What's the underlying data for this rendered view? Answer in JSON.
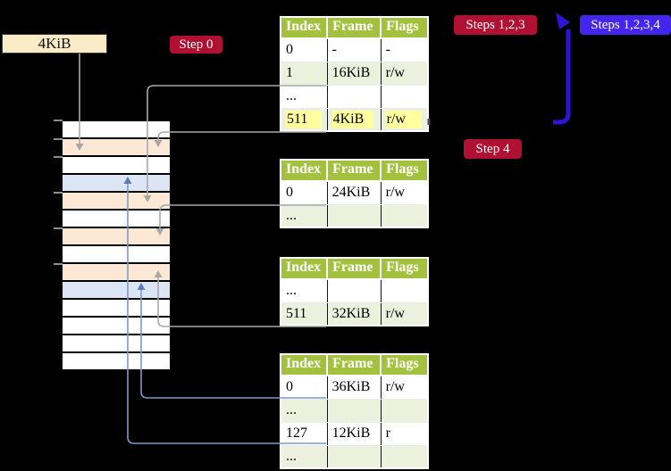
{
  "frame_label": {
    "text": "4KiB"
  },
  "badges": {
    "step0": {
      "label": "Step 0"
    },
    "steps123": {
      "label": "Steps 1,2,3"
    },
    "steps1234": {
      "label": "Steps 1,2,3,4"
    },
    "step4": {
      "label": "Step 4"
    }
  },
  "memory_stack": {
    "row_colors": [
      "white",
      "peach",
      "white",
      "blue",
      "peach",
      "white",
      "peach",
      "white",
      "peach",
      "blue",
      "white",
      "white",
      "white",
      "white"
    ]
  },
  "page_tables": [
    {
      "name": "page-table-l4",
      "headers": [
        "Index",
        "Frame",
        "Flags"
      ],
      "rows": [
        {
          "cells": [
            "0",
            "-",
            "-"
          ],
          "shaded": false,
          "highlighted": false
        },
        {
          "cells": [
            "1",
            "16KiB",
            "r/w"
          ],
          "shaded": true,
          "highlighted": false
        },
        {
          "cells": [
            "...",
            "",
            ""
          ],
          "shaded": false,
          "highlighted": false
        },
        {
          "cells": [
            "511",
            "4KiB",
            "r/w"
          ],
          "shaded": true,
          "highlighted": true
        }
      ]
    },
    {
      "name": "page-table-l3",
      "headers": [
        "Index",
        "Frame",
        "Flags"
      ],
      "rows": [
        {
          "cells": [
            "0",
            "24KiB",
            "r/w"
          ],
          "shaded": false,
          "highlighted": false
        },
        {
          "cells": [
            "...",
            "",
            ""
          ],
          "shaded": true,
          "highlighted": false
        }
      ]
    },
    {
      "name": "page-table-l2",
      "headers": [
        "Index",
        "Frame",
        "Flags"
      ],
      "rows": [
        {
          "cells": [
            "...",
            "",
            ""
          ],
          "shaded": false,
          "highlighted": false
        },
        {
          "cells": [
            "511",
            "32KiB",
            "r/w"
          ],
          "shaded": true,
          "highlighted": false
        }
      ]
    },
    {
      "name": "page-table-l1",
      "headers": [
        "Index",
        "Frame",
        "Flags"
      ],
      "rows": [
        {
          "cells": [
            "0",
            "36KiB",
            "r/w"
          ],
          "shaded": false,
          "highlighted": false
        },
        {
          "cells": [
            "...",
            "",
            ""
          ],
          "shaded": true,
          "highlighted": false
        },
        {
          "cells": [
            "127",
            "12KiB",
            "r"
          ],
          "shaded": false,
          "highlighted": false
        },
        {
          "cells": [
            "...",
            "",
            ""
          ],
          "shaded": true,
          "highlighted": false
        }
      ]
    }
  ],
  "colors": {
    "badge_red": "#b01031",
    "badge_blue": "#4326ee",
    "table_header_green": "#a3c13e",
    "table_shaded_row": "#ebf1dd",
    "highlight_yellow": "#ffffa0",
    "label_box_bg": "#faecc6",
    "stack_peach": "#fde8d5",
    "stack_blue": "#dbe5f4",
    "connector_gray": "#a8a8a8",
    "connector_blue": "#7d9ac8",
    "arrowhead_blue": "#5c7cb6",
    "arrow_blue_thick": "#3013d6"
  }
}
